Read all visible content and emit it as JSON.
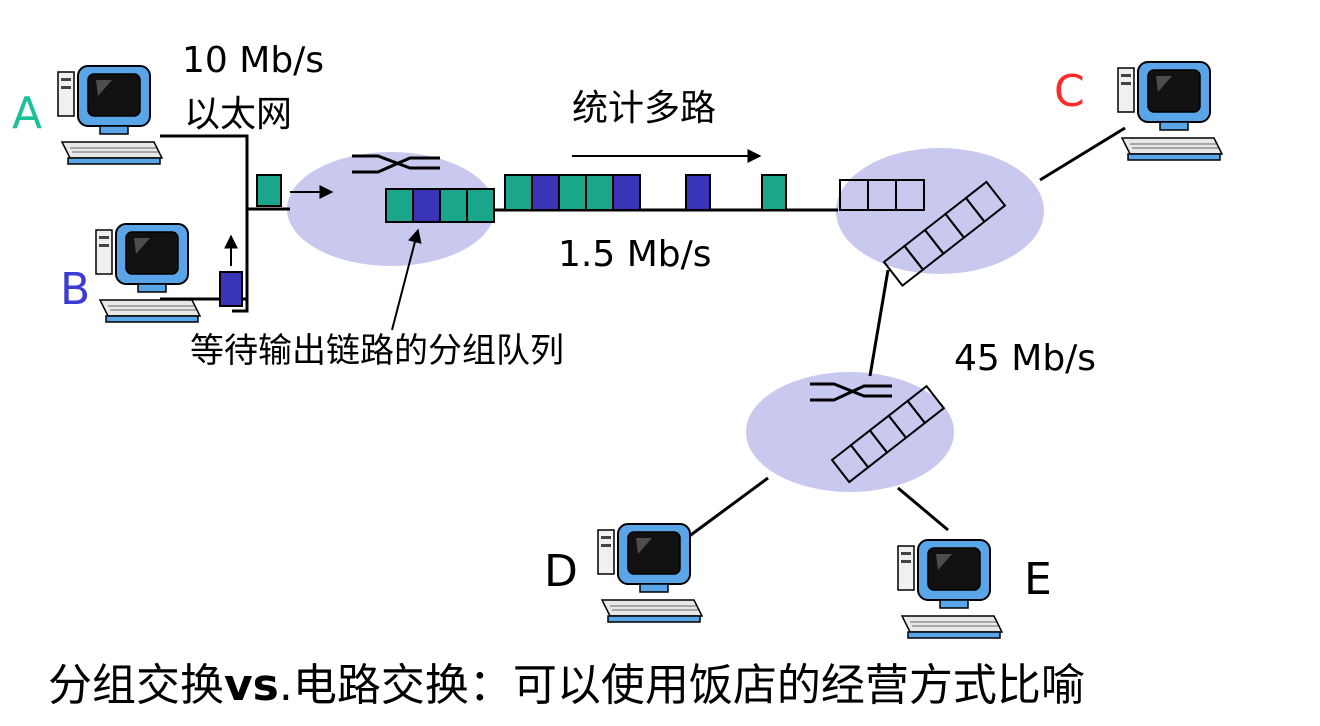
{
  "hosts": {
    "a": {
      "label": "A",
      "color": "#1bbf9a"
    },
    "b": {
      "label": "B",
      "color": "#3b3bd6"
    },
    "c": {
      "label": "C",
      "color": "#ff2a2a"
    },
    "d": {
      "label": "D",
      "color": "#000000"
    },
    "e": {
      "label": "E",
      "color": "#000000"
    }
  },
  "links": {
    "ethernet_rate": "10 Mb/s",
    "ethernet_name": "以太网",
    "trunk_rate": "1.5 Mb/s",
    "stat_mux": "统计多路",
    "fast_rate": "45 Mb/s"
  },
  "queue_label": "等待输出链路的分组队列",
  "caption": {
    "part1": "分组交换",
    "part2": "vs",
    "part3": ".电路交换：可以使用饭店的经营方式比喻"
  },
  "colors": {
    "cloud": "#c9c9ef",
    "packet_teal": "#1aa68a",
    "packet_blue": "#3a34b8",
    "monitor_body": "#5aa4e8",
    "screen": "#111111"
  },
  "icons": {
    "computer": "computer-icon",
    "router": "router-icon",
    "arrow": "arrow-icon"
  }
}
